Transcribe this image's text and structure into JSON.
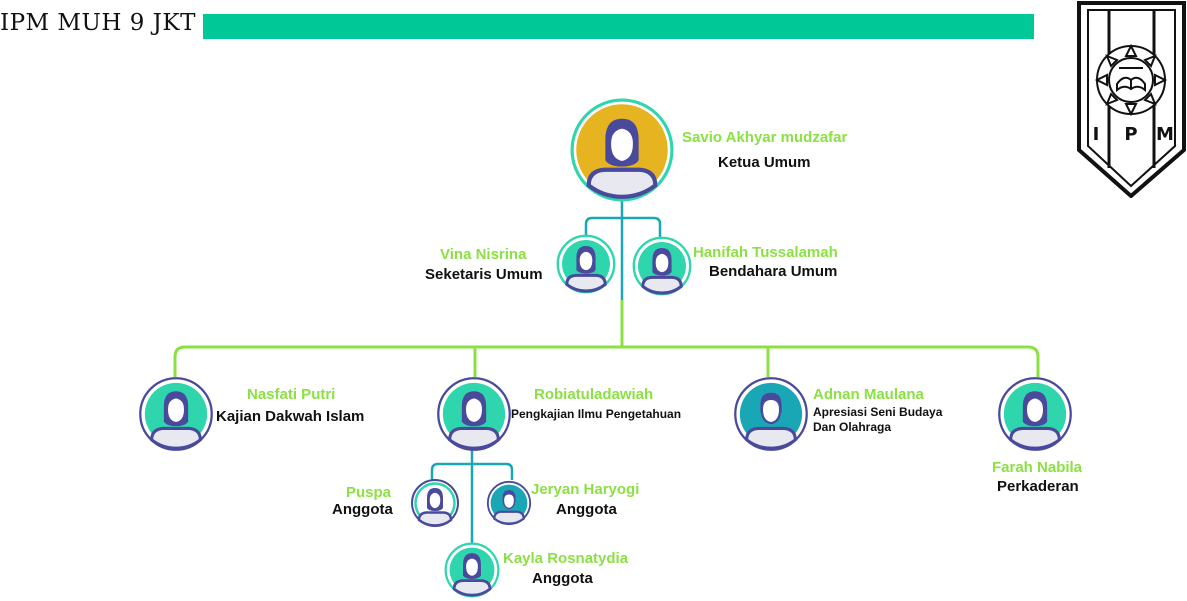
{
  "header": {
    "title": "IPM MUH 9 JKT",
    "bar_color": "#00c896"
  },
  "logo": {
    "letters": [
      "I",
      "P",
      "M"
    ]
  },
  "colors": {
    "name_text": "#8be043",
    "role_text": "#111111",
    "connector_green": "#8be043",
    "connector_teal": "#1aa7b5",
    "avatar_ring_gold": "#e6b420",
    "avatar_ring_teal": "#2fd6ad",
    "avatar_figure": "#4a4a9c"
  },
  "org": {
    "ketua": {
      "name": "Savio Akhyar mudzafar",
      "role": "Ketua Umum"
    },
    "sekretaris": {
      "name": "Vina Nisrina",
      "role": "Seketaris Umum"
    },
    "bendahara": {
      "name": "Hanifah Tussalamah",
      "role": "Bendahara Umum"
    },
    "divisions": [
      {
        "name": "Nasfati Putri",
        "role": "Kajian Dakwah Islam"
      },
      {
        "name": "Robiatuladawiah",
        "role": "Pengkajian Ilmu Pengetahuan"
      },
      {
        "name": "Adnan Maulana",
        "role_line1": "Apresiasi Seni Budaya",
        "role_line2": "Dan Olahraga"
      },
      {
        "name": "Farah Nabila",
        "role": "Perkaderan"
      }
    ],
    "members": [
      {
        "name": "Puspa",
        "role": "Anggota"
      },
      {
        "name": "Jeryan Haryogi",
        "role": "Anggota"
      },
      {
        "name": "Kayla Rosnatydia",
        "role": "Anggota"
      }
    ]
  }
}
